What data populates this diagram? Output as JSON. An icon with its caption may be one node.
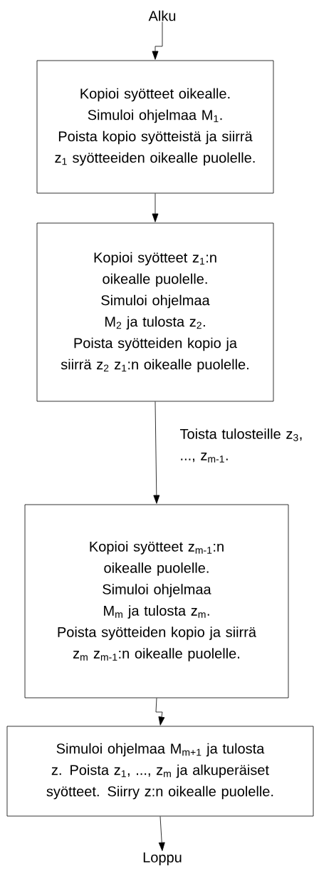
{
  "diagram": {
    "nodes": [
      {
        "text": [
          "Alku"
        ]
      },
      {
        "text": [
          "Kopioi syötteet oikealle.",
          "Simuloi ohjelmaa M$_{1}$.",
          "Poista kopio syötteistä ja siirrä z$_{1}$ syötteeiden oikealle puolelle."
        ]
      },
      {
        "text": [
          "Kopioi syötteet z$_{1}$:n oikealle puolelle.",
          "Simuloi ohjelmaa M$_{2}$ ja tulosta z$_{2}$.",
          "Poista syötteiden kopio ja siirrä z$_{2}$ z$_{1}$:n oikealle puolelle."
        ]
      },
      {
        "text": [
          "Kopioi syötteet z$_{m-1}$:n oikealle puolelle.",
          "Simuloi ohjelmaa M$_{m}$ ja tulosta z$_{m}$.",
          "Poista syötteiden kopio ja siirrä z$_{m}$ z$_{m-1}$:n oikealle puolelle."
        ]
      },
      {
        "text": [
          "Simuloi ohjelmaa M$_{m+1}$ ja tulosta z. Poista z$_{1}$, ..., z$_{m}$ ja alkuperäiset syötteet. Siirry z:n oikealle puolelle."
        ]
      },
      {
        "text": [
          "Loppu"
        ]
      }
    ],
    "edges": [
      {
        "from": 0,
        "to": 1,
        "arrow": "to"
      },
      {
        "from": 1,
        "to": 2,
        "arrow": "to"
      },
      {
        "from": 2,
        "to": 3,
        "arrow": "to",
        "label": "Toista tulosteille z$_{3}$, ..., z$_{m-1}$."
      },
      {
        "from": 3,
        "to": 4,
        "arrow": "to"
      },
      {
        "from": 4,
        "to": 5,
        "arrow": "to"
      }
    ]
  }
}
